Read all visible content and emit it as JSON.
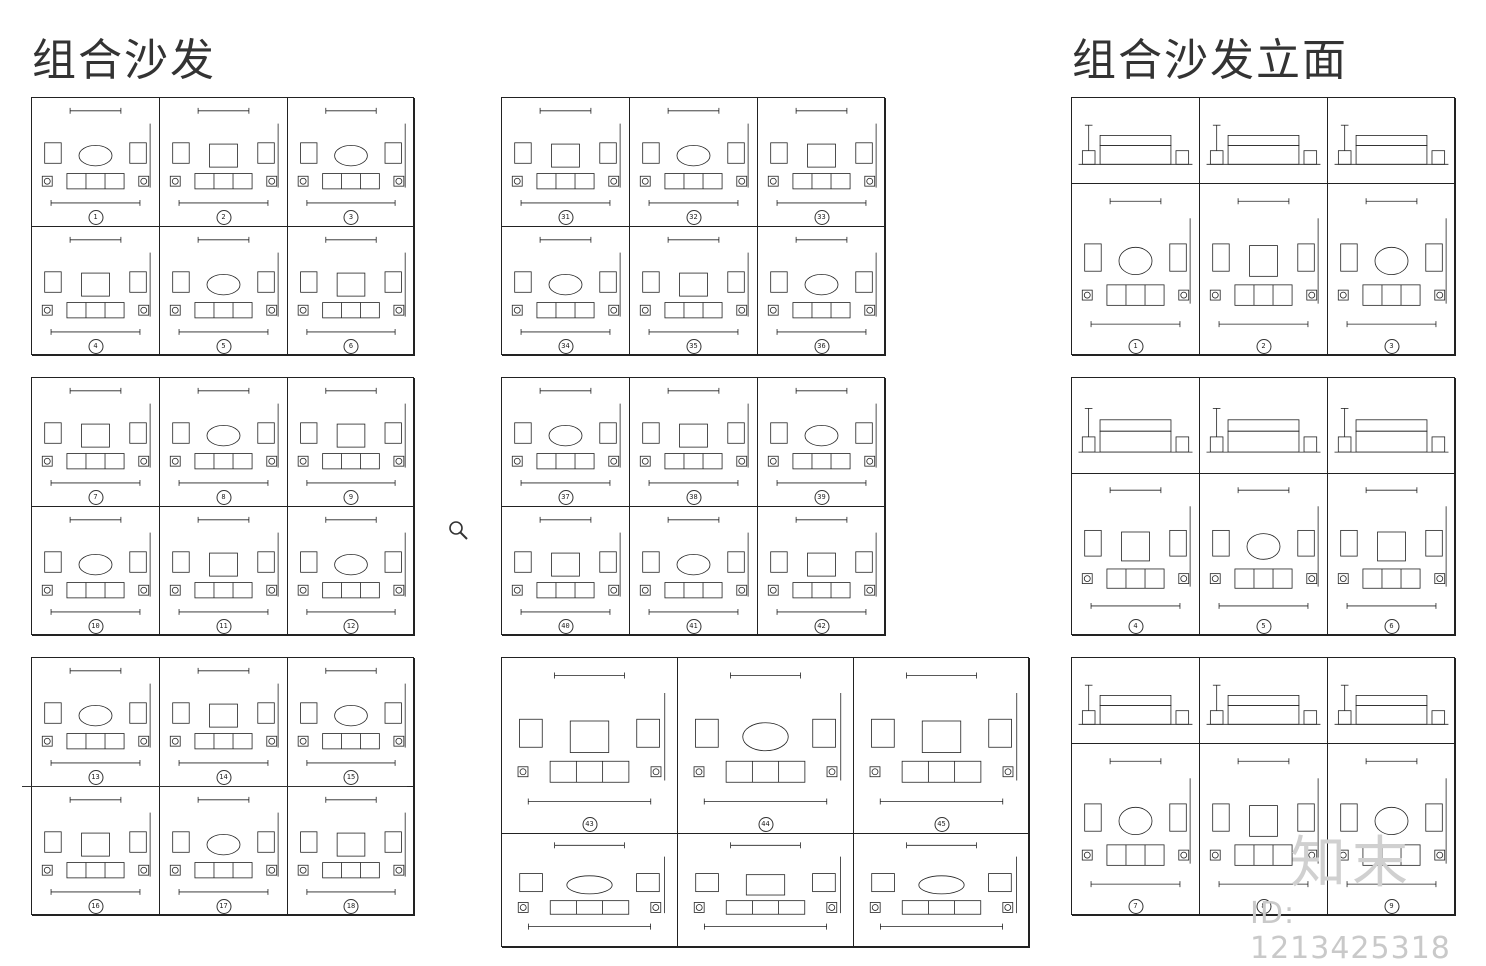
{
  "titles": {
    "left": "组合沙发",
    "right": "组合沙发立面"
  },
  "panels": [
    {
      "id": "p1",
      "left": [
        "1",
        "2",
        "3",
        "4",
        "5",
        "6"
      ]
    },
    {
      "id": "p2",
      "left": [
        "31",
        "32",
        "33",
        "34",
        "35",
        "36"
      ]
    },
    {
      "id": "p3",
      "left": [
        "1",
        "2",
        "3"
      ]
    },
    {
      "id": "p4",
      "left": [
        "7",
        "8",
        "9",
        "10",
        "11",
        "12"
      ]
    },
    {
      "id": "p5",
      "left": [
        "37",
        "38",
        "39",
        "40",
        "41",
        "42"
      ]
    },
    {
      "id": "p6",
      "left": [
        "4",
        "5",
        "6"
      ]
    },
    {
      "id": "p7",
      "left": [
        "13",
        "14",
        "15",
        "16",
        "17",
        "18"
      ]
    },
    {
      "id": "p8",
      "left": [
        "43",
        "44",
        "45",
        "",
        "",
        ""
      ]
    },
    {
      "id": "p9",
      "left": [
        "7",
        "8",
        "9"
      ]
    }
  ],
  "watermark": {
    "logo": "知末",
    "id_text": "ID: 1213425318"
  },
  "icons": {
    "zoom": "magnifier-icon"
  }
}
